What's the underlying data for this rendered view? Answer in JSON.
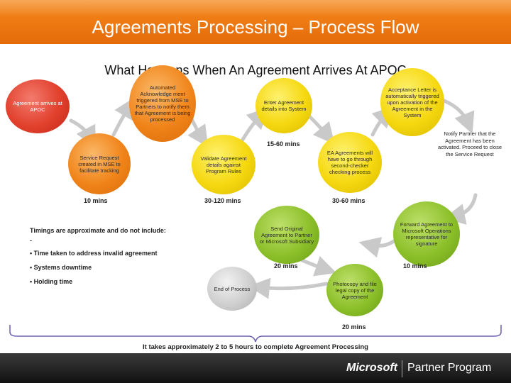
{
  "title": "Agreements Processing – Process Flow",
  "subtitle": "What Happens When An Agreement Arrives At APOC",
  "nodes": {
    "arrives": "Agreement arrives at APOC",
    "service_request": "Service Request created in MSE to facilitate tracking",
    "acknowledge": "Automated Acknowledge ment triggered from MSE to Partners to notify them that Agreement is being processed",
    "validate": "Validate Agreement details against Program Rules",
    "enter": "Enter Agreement details into System",
    "ea_check": "EA Agreements will have to go through second-checker checking process",
    "acceptance": "Acceptance Letter is automatically triggered upon activation of the Agreement in the System",
    "notify": "Notify Partner that the Agreement has been activated. Proceed to close the Service Request",
    "forward": "Forward Agreement to Microsoft Operations representative for signature",
    "send_original": "Send Original Agreement to Partner or Microsoft Subsidiary",
    "photocopy": "Photocopy and file legal copy of the Agreement",
    "end": "End of Process"
  },
  "times": {
    "t1": "10 mins",
    "t2": "30-120 mins",
    "t3": "15-60 mins",
    "t4": "30-60 mins",
    "t5": "10 mins",
    "t6": "20 mins",
    "t7": "20 mins"
  },
  "notes": {
    "heading": "Timings are approximate and do not include:",
    "dash": "-",
    "item1": "• Time taken to address invalid agreement",
    "item2": "• Systems downtime",
    "item3": "• Holding time"
  },
  "summary": "It takes approximately 2 to 5 hours to complete Agreement Processing",
  "footer": {
    "logo": "Microsoft",
    "program": "Partner Program"
  },
  "colors": {
    "header": "#f07a12",
    "arrow": "#c9c9c9",
    "brace": "#6a5fb0"
  }
}
